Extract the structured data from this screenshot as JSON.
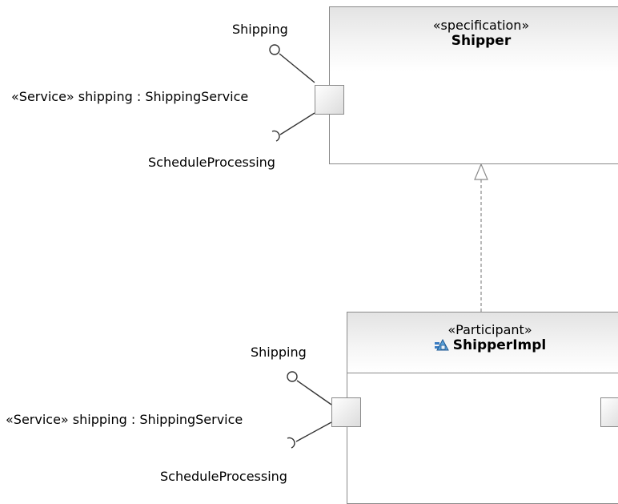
{
  "shipper": {
    "stereotype": "«specification»",
    "name": "Shipper",
    "port": {
      "provided_interface": "Shipping",
      "port_label": "«Service» shipping : ShippingService",
      "required_interface": "ScheduleProcessing"
    }
  },
  "impl": {
    "stereotype": "«Participant»",
    "name": "ShipperImpl",
    "icon": "participant-icon",
    "port": {
      "provided_interface": "Shipping",
      "port_label": "«Service» shipping : ShippingService",
      "required_interface": "ScheduleProcessing"
    }
  },
  "colors": {
    "border": "#8a8a8a",
    "header_gradient_top": "#e3e3e3",
    "connector": "#333333",
    "realization": "#8a8a8a"
  }
}
